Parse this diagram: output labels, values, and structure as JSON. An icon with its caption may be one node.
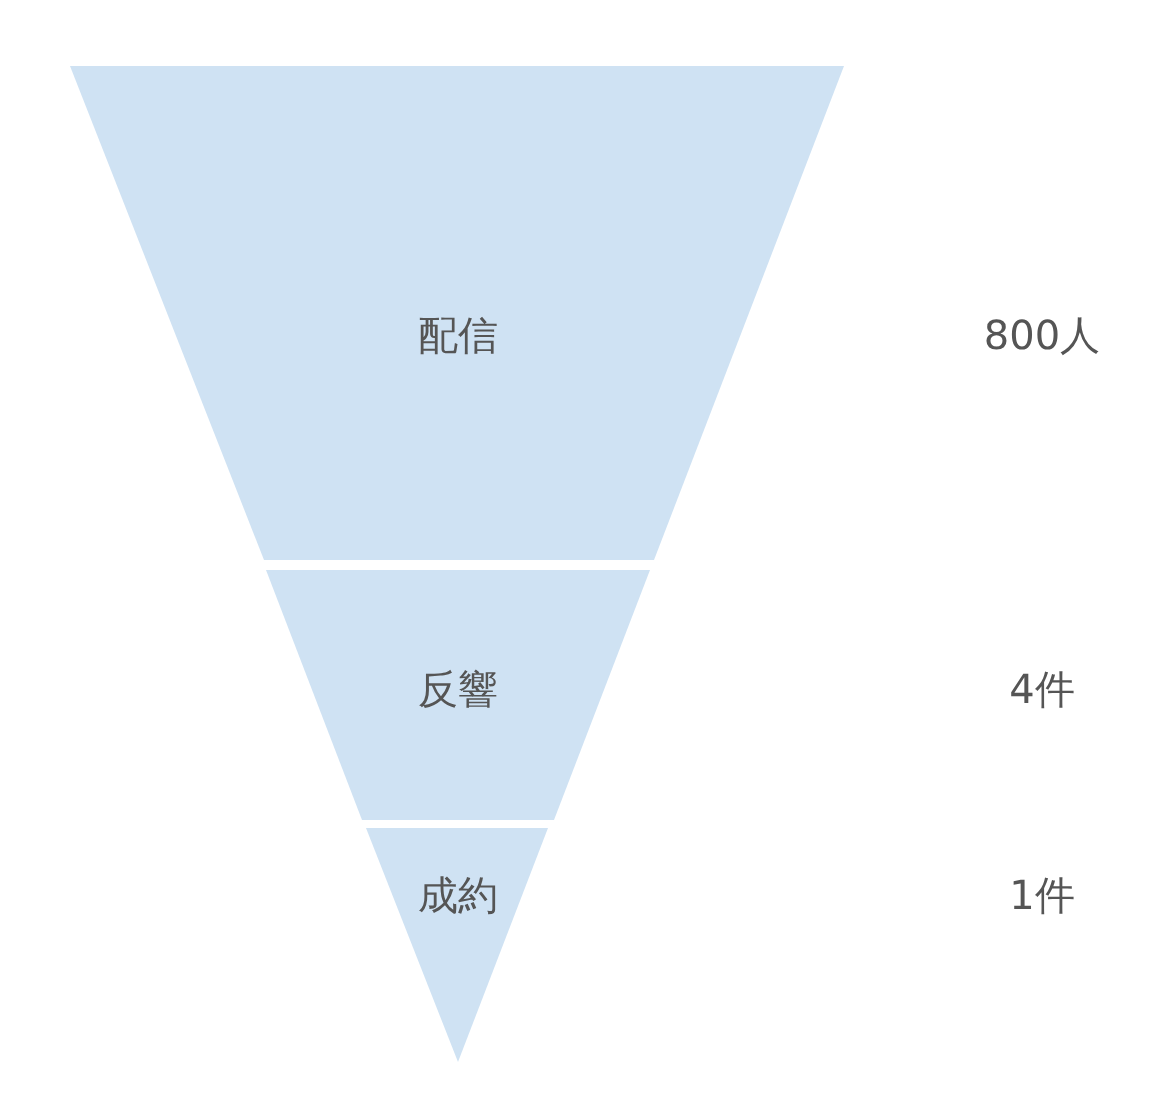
{
  "diagram": {
    "nodes": [
      {
        "text": [
          "配信"
        ]
      },
      {
        "text": [
          "反響"
        ]
      },
      {
        "text": [
          "成約"
        ]
      }
    ],
    "labels": [
      "800人",
      "4件",
      "1件"
    ]
  }
}
